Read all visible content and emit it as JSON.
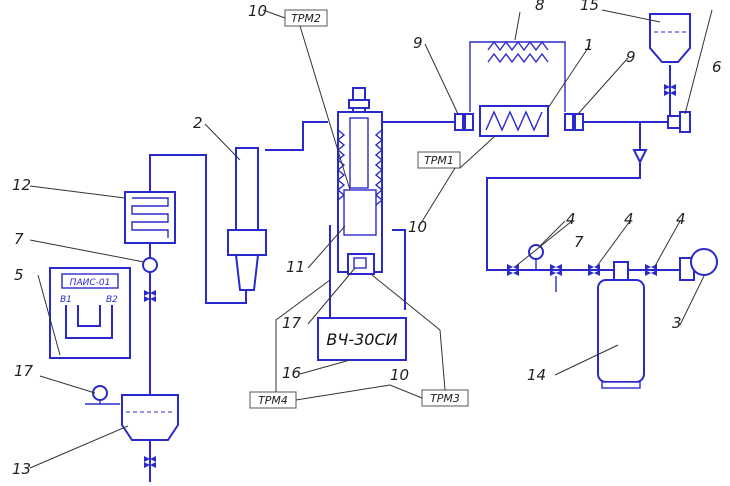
{
  "labels": {
    "trm2": "ТРМ2",
    "trm1": "ТРМ1",
    "trm3": "ТРМ3",
    "trm4": "ТРМ4",
    "generator": "ВЧ-30СИ",
    "pais": "ПАИС-01",
    "pais_b1": "В1",
    "pais_b2": "В2"
  },
  "callouts": {
    "n10_top": "10",
    "n8": "8",
    "n15": "15",
    "n9_left": "9",
    "n1": "1",
    "n9_right": "9",
    "n6": "6",
    "n2": "2",
    "n10_mid": "10",
    "n12": "12",
    "n4_a": "4",
    "n7_right": "7",
    "n4_b": "4",
    "n4_c": "4",
    "n7_left": "7",
    "n5": "5",
    "n11": "11",
    "n3": "3",
    "n17_mid": "17",
    "n16": "16",
    "n14": "14",
    "n10_bottom": "10",
    "n17_left": "17",
    "n13": "13"
  }
}
